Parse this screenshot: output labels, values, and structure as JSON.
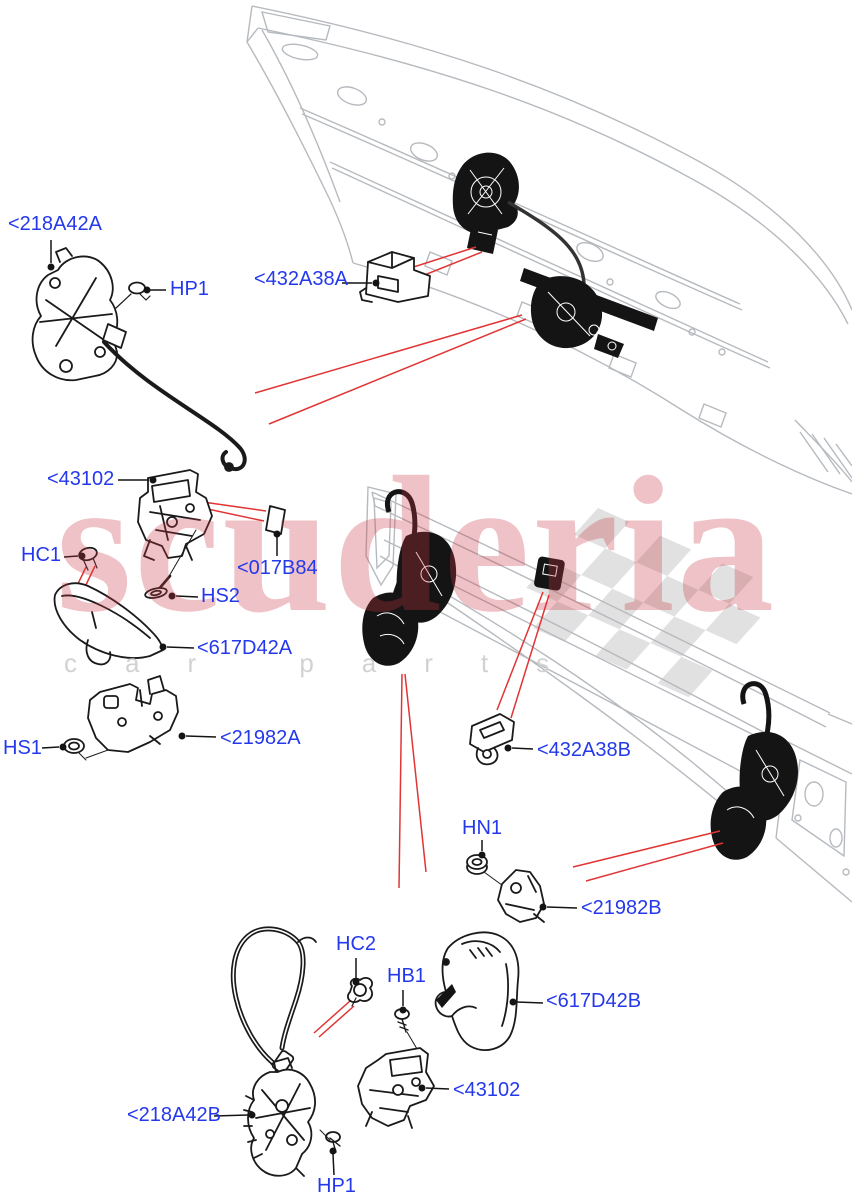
{
  "diagram": {
    "watermark": {
      "brand": "scuderia",
      "subtitle": "car parts"
    },
    "labels": {
      "l218A42A": {
        "text": "<218A42A"
      },
      "hp1_top": {
        "text": "HP1"
      },
      "l432A38A": {
        "text": "<432A38A"
      },
      "l43102_top": {
        "text": "<43102"
      },
      "hc1": {
        "text": "HC1"
      },
      "l017B84": {
        "text": "<017B84"
      },
      "hs2": {
        "text": "HS2"
      },
      "l617D42A": {
        "text": "<617D42A"
      },
      "hs1": {
        "text": "HS1"
      },
      "l21982A": {
        "text": "<21982A"
      },
      "l432A38B": {
        "text": "<432A38B"
      },
      "hn1": {
        "text": "HN1"
      },
      "l21982B": {
        "text": "<21982B"
      },
      "hc2": {
        "text": "HC2"
      },
      "hb1": {
        "text": "HB1"
      },
      "l617D42B": {
        "text": "<617D42B"
      },
      "l43102_bottom": {
        "text": "<43102"
      },
      "l218A42B": {
        "text": "<218A42B"
      },
      "hp1_bottom": {
        "text": "HP1"
      }
    },
    "colors": {
      "label_blue": "#2438ec",
      "callout_red": "#e23434",
      "leader_black": "#141414",
      "art_gray": "#b6babf",
      "part_dark": "#141414",
      "watermark_red": "#c93a44",
      "watermark_gray": "#d2d2d2",
      "flag_gray": "#e1e1e1"
    }
  }
}
